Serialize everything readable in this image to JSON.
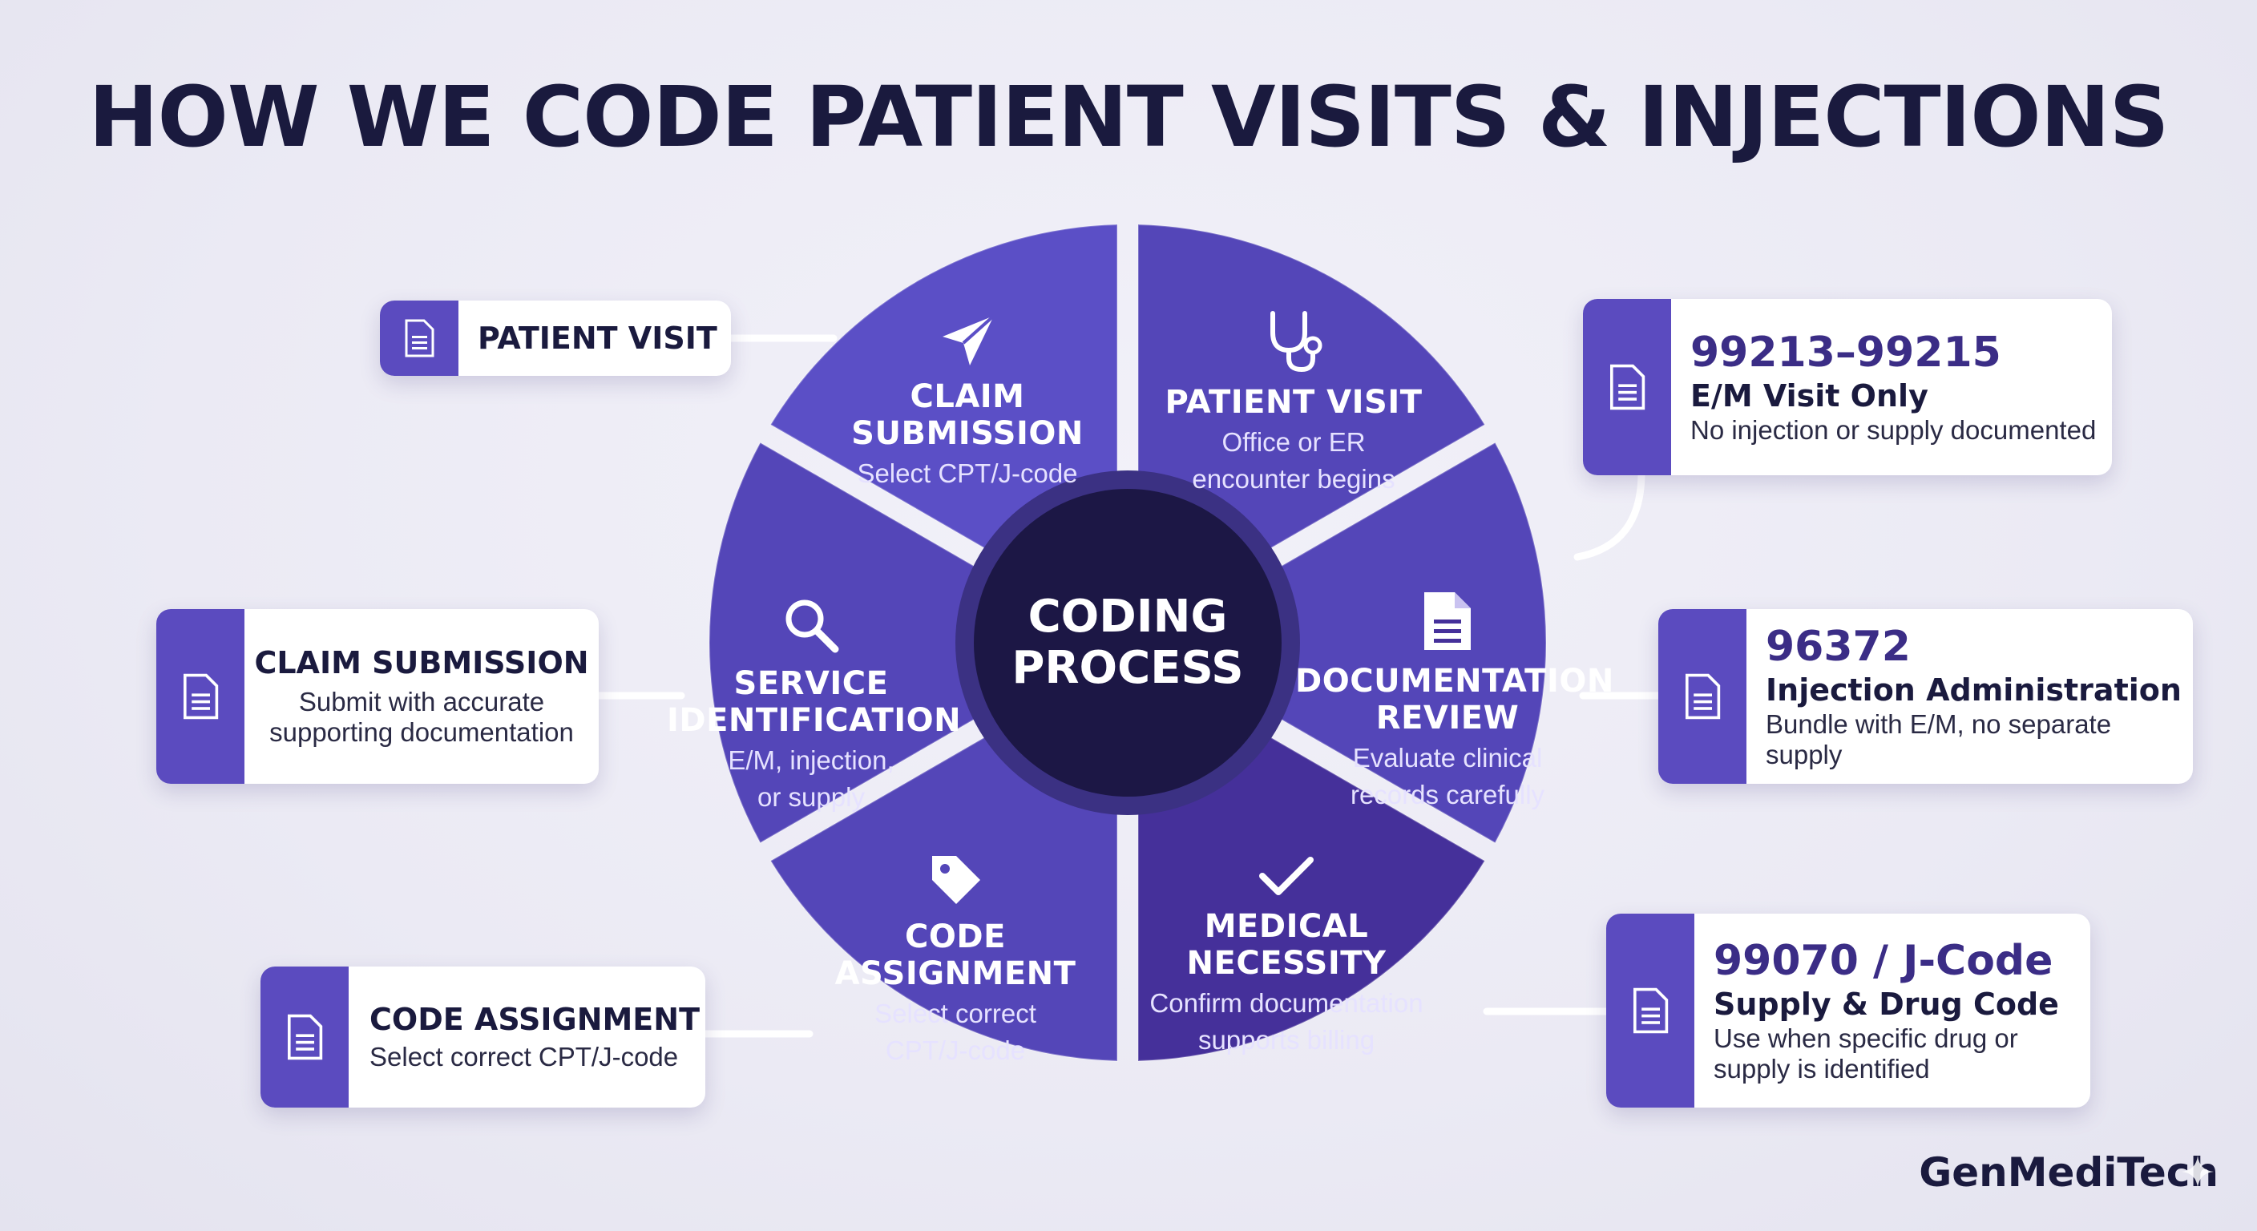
{
  "title": "HOW WE CODE PATIENT VISITS & INJECTIONS",
  "center": {
    "line1": "CODING",
    "line2": "PROCESS"
  },
  "colors": {
    "seg_light": "#5b4fc6",
    "seg_mid": "#5446b8",
    "seg_dark": "#45309a",
    "center": "#1c1745",
    "tab": "#5b4bbf",
    "connector": "#ffffff",
    "text_dark": "#1a1a3e",
    "code_color": "#3b2d86"
  },
  "segments": [
    {
      "id": "claim-submission",
      "icon": "send-icon",
      "title_lines": [
        "CLAIM",
        "SUBMISSION"
      ],
      "sub_lines": [
        "Select CPT/J-code"
      ]
    },
    {
      "id": "patient-visit",
      "icon": "stethoscope-icon",
      "title_lines": [
        "PATIENT VISIT"
      ],
      "sub_lines": [
        "Office or ER",
        "encounter begins"
      ]
    },
    {
      "id": "documentation-review",
      "icon": "document-icon",
      "title_lines": [
        "DOCUMENTATION",
        "REVIEW"
      ],
      "sub_lines": [
        "Evaluate clinical",
        "records carefully"
      ]
    },
    {
      "id": "medical-necessity",
      "icon": "checkmark-icon",
      "title_lines": [
        "MEDICAL",
        "NECESSITY"
      ],
      "sub_lines": [
        "Confirm documentation",
        "supports billing"
      ]
    },
    {
      "id": "code-assignment",
      "icon": "tag-icon",
      "title_lines": [
        "CODE",
        "ASSIGNMENT"
      ],
      "sub_lines": [
        "Select correct",
        "CPT/J-code"
      ]
    },
    {
      "id": "service-identification",
      "icon": "search-icon",
      "title_lines": [
        "SERVICE",
        "IDENTIFICATION"
      ],
      "sub_lines": [
        "E/M, injection,",
        "or supply"
      ]
    }
  ],
  "left_cards": [
    {
      "id": "patient-visit",
      "icon": "document-icon",
      "title": "PATIENT VISIT",
      "sub_lines": []
    },
    {
      "id": "claim-submission",
      "icon": "document-icon",
      "title": "CLAIM SUBMISSION",
      "sub_lines": [
        "Submit with accurate",
        "supporting documentation"
      ]
    },
    {
      "id": "code-assignment",
      "icon": "document-icon",
      "title": "CODE ASSIGNMENT",
      "sub_lines": [
        "Select correct CPT/J-code"
      ]
    }
  ],
  "right_cards": [
    {
      "id": "em-visit",
      "icon": "document-icon",
      "code": "99213–99215",
      "title": "E/M Visit Only",
      "sub_lines": [
        "No injection or supply documented"
      ]
    },
    {
      "id": "injection",
      "icon": "document-icon",
      "code": "96372",
      "title": "Injection Administration",
      "sub_lines": [
        "Bundle with E/M, no separate supply"
      ]
    },
    {
      "id": "supply-drug",
      "icon": "document-icon",
      "code": "99070 / J-Code",
      "title": "Supply & Drug Code",
      "sub_lines": [
        "Use when specific drug or",
        "supply is identified"
      ]
    }
  ],
  "brand": "GenMediTech"
}
